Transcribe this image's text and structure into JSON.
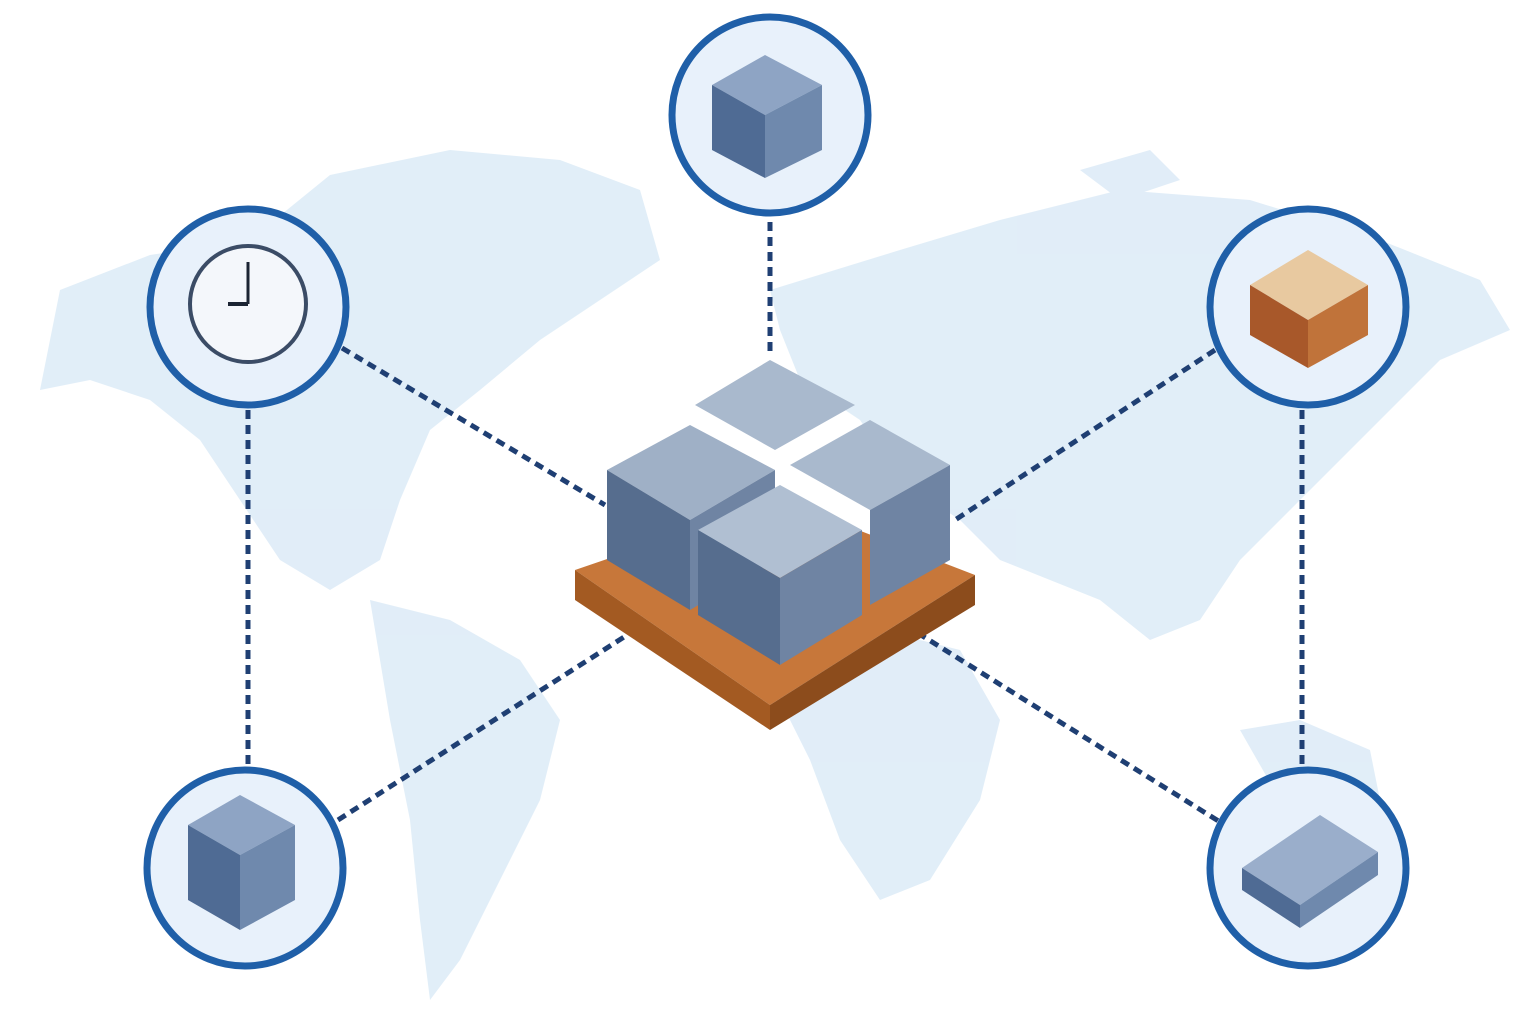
{
  "colors": {
    "background": "#ffffff",
    "map": "#dcebf7",
    "connector": "#1f3f73",
    "node_ring": "#1f5fa8",
    "node_fill": "#e8f1fb",
    "pallet_wood": "#b7692b",
    "goods": "#5d7393",
    "crate_wood": "#a8582a"
  },
  "hub": {
    "icon": "loaded-pallet-icon"
  },
  "nodes": [
    {
      "id": "top",
      "icon": "stacked-boxes-icon"
    },
    {
      "id": "left",
      "icon": "clock-icon"
    },
    {
      "id": "right",
      "icon": "wooden-crate-icon"
    },
    {
      "id": "bottom-left",
      "icon": "stacked-cartons-icon"
    },
    {
      "id": "bottom-right",
      "icon": "tray-container-icon"
    }
  ]
}
